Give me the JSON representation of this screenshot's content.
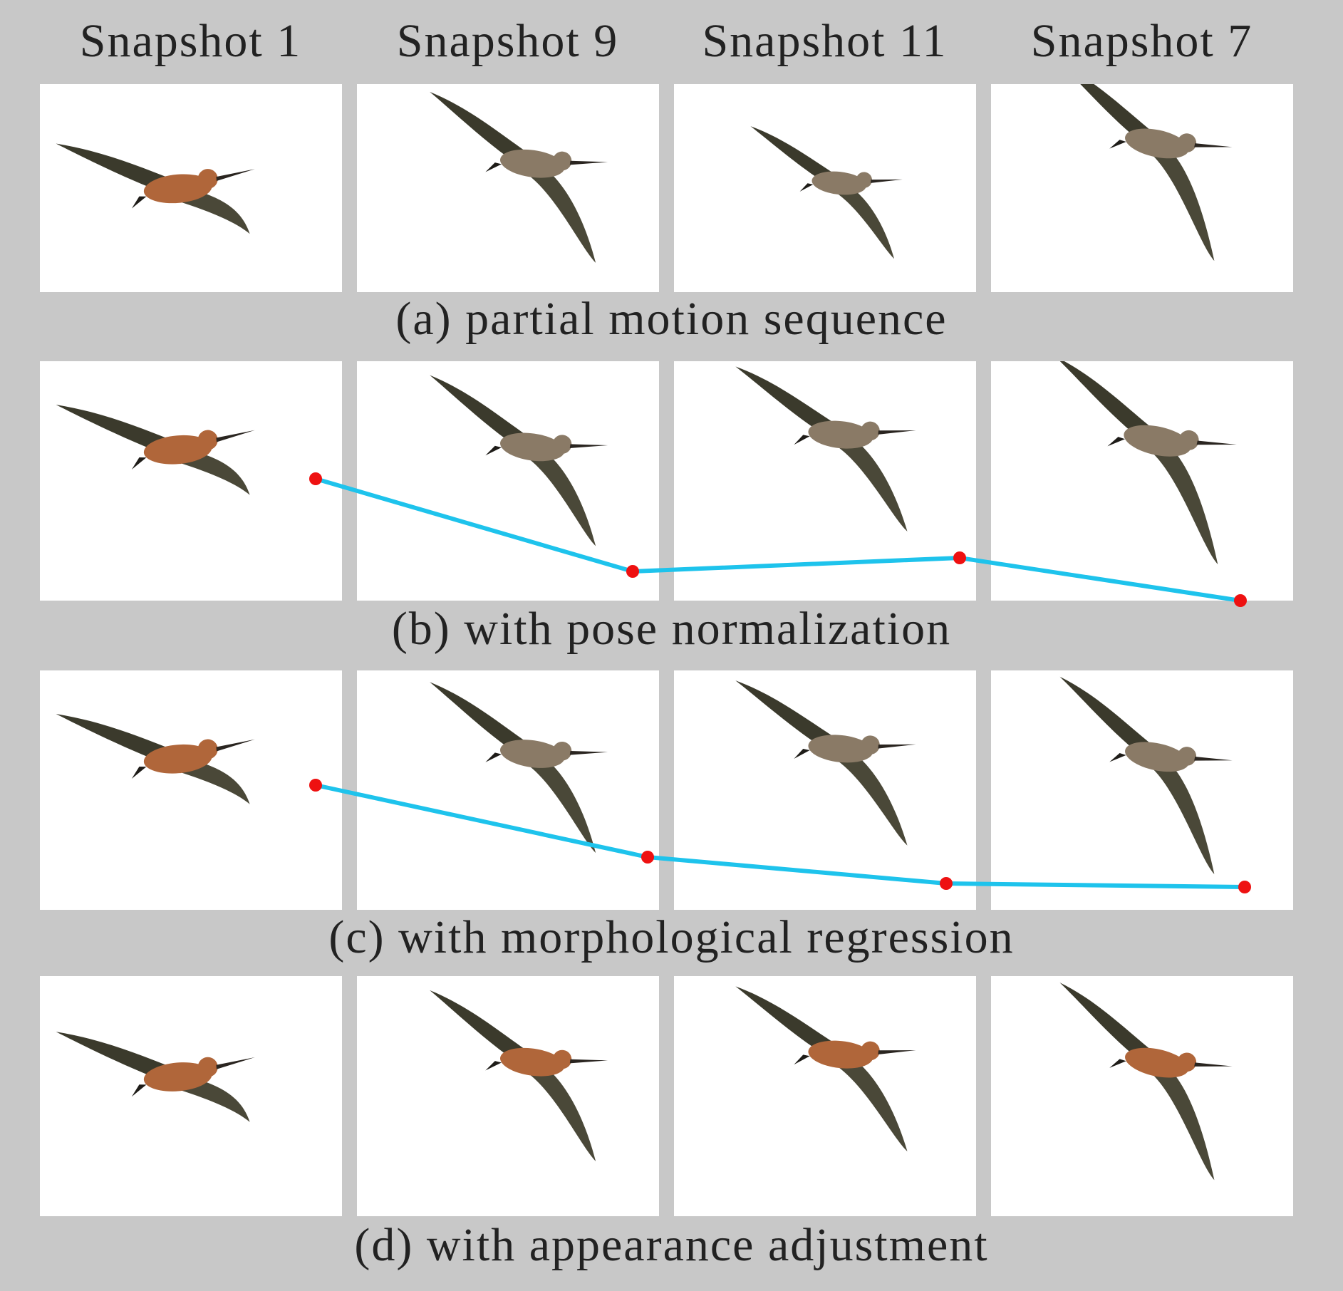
{
  "column_headers": [
    "Snapshot 1",
    "Snapshot 9",
    "Snapshot 11",
    "Snapshot 7"
  ],
  "rows": [
    {
      "caption": "(a) partial motion sequence",
      "trajectory": false
    },
    {
      "caption": "(b) with pose normalization",
      "trajectory": true
    },
    {
      "caption": "(c) with morphological regression",
      "trajectory": true
    },
    {
      "caption": "(d) with appearance adjustment",
      "trajectory": false
    }
  ],
  "colors": {
    "background": "#c8c8c8",
    "panel": "#ffffff",
    "trajectory_line": "#1ec3ec",
    "trajectory_point": "#ee1111"
  },
  "icons": [
    "bird-in-flight"
  ]
}
